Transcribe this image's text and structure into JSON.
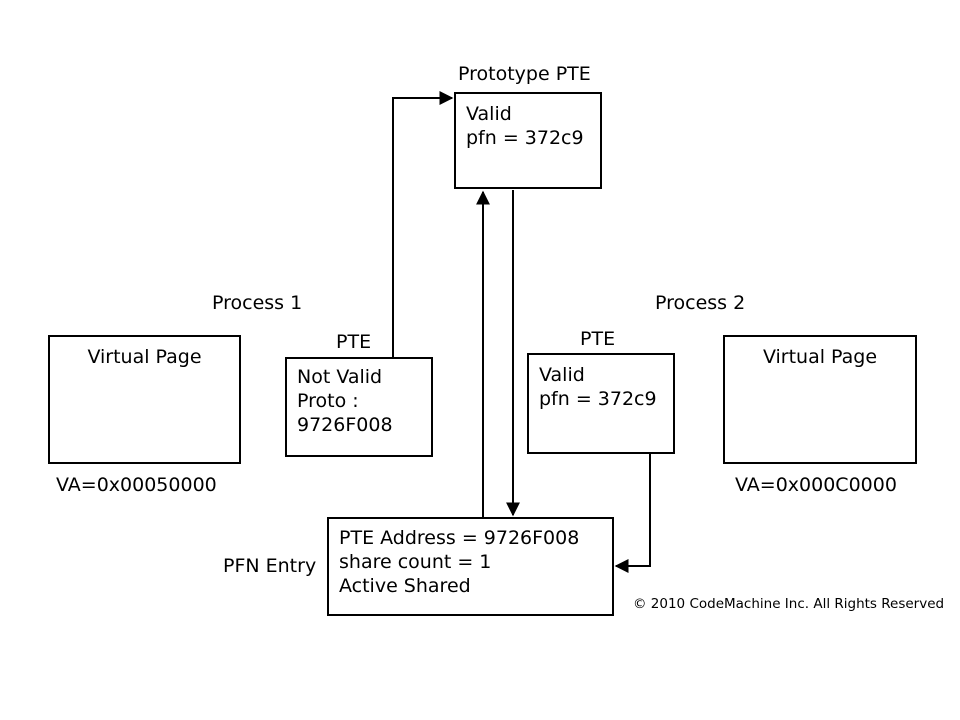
{
  "prototype": {
    "label": "Prototype PTE",
    "lines": [
      "Valid",
      "pfn = 372c9"
    ]
  },
  "process1": {
    "label": "Process 1",
    "virtual_page": {
      "label": "Virtual Page",
      "va": "VA=0x00050000"
    },
    "pte": {
      "label": "PTE",
      "lines": [
        "Not Valid",
        "Proto :",
        "9726F008"
      ]
    }
  },
  "process2": {
    "label": "Process 2",
    "virtual_page": {
      "label": "Virtual Page",
      "va": "VA=0x000C0000"
    },
    "pte": {
      "label": "PTE",
      "lines": [
        "Valid",
        "pfn = 372c9"
      ]
    }
  },
  "pfn_entry": {
    "label": "PFN Entry",
    "lines": [
      "PTE Address = 9726F008",
      "share count = 1",
      "Active Shared"
    ]
  },
  "copyright": "© 2010 CodeMachine Inc. All Rights Reserved"
}
